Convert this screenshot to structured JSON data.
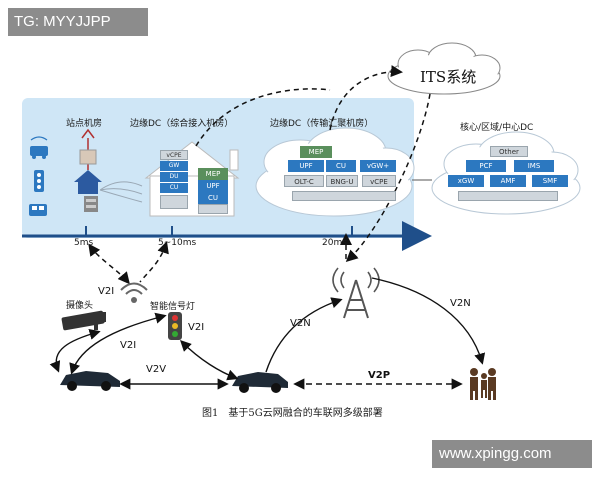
{
  "watermark_top": "TG: MYYJJPP",
  "watermark_bottom": "www.xpingg.com",
  "its": "ITS系统",
  "sections": {
    "station": "站点机房",
    "edge_access": "边缘DC（综合接入机房）",
    "edge_transport": "边缘DC（传输汇聚机房）",
    "core": "核心/区域/中心DC"
  },
  "latencies": {
    "t1": "5ms",
    "t2": "5~10ms",
    "t3": "20ms"
  },
  "edge_access_modules": {
    "mep": "MEP",
    "upf": "UPF",
    "cu": "CU"
  },
  "edge_access_stack": [
    "vCPE",
    "GW",
    "DU",
    "CU"
  ],
  "edge_transport_modules": {
    "mep": "MEP",
    "upf": "UPF",
    "cu": "CU",
    "vgw": "vGW+",
    "oltc": "OLT-C",
    "bngu": "BNG-U",
    "vcpe": "vCPE"
  },
  "core_modules": {
    "other": "Other",
    "pcf": "PCF",
    "ims": "IMS",
    "xgw": "xGW",
    "amf": "AMF",
    "smf": "SMF"
  },
  "devices": {
    "camera": "摄像头",
    "traffic_light": "智能信号灯"
  },
  "links": {
    "v2i_top": "V2I",
    "v2i_left": "V2I",
    "v2i_light": "V2I",
    "v2v": "V2V",
    "v2n_left": "V2N",
    "v2n_right": "V2N",
    "v2p": "V2P"
  },
  "caption": "图1　基于5G云网融合的车联网多级部署",
  "colors": {
    "panel": "#cfe6f6",
    "accent_blue": "#2c78c0",
    "module_green": "#5a8f5c",
    "timeline": "#1f4f8a"
  }
}
